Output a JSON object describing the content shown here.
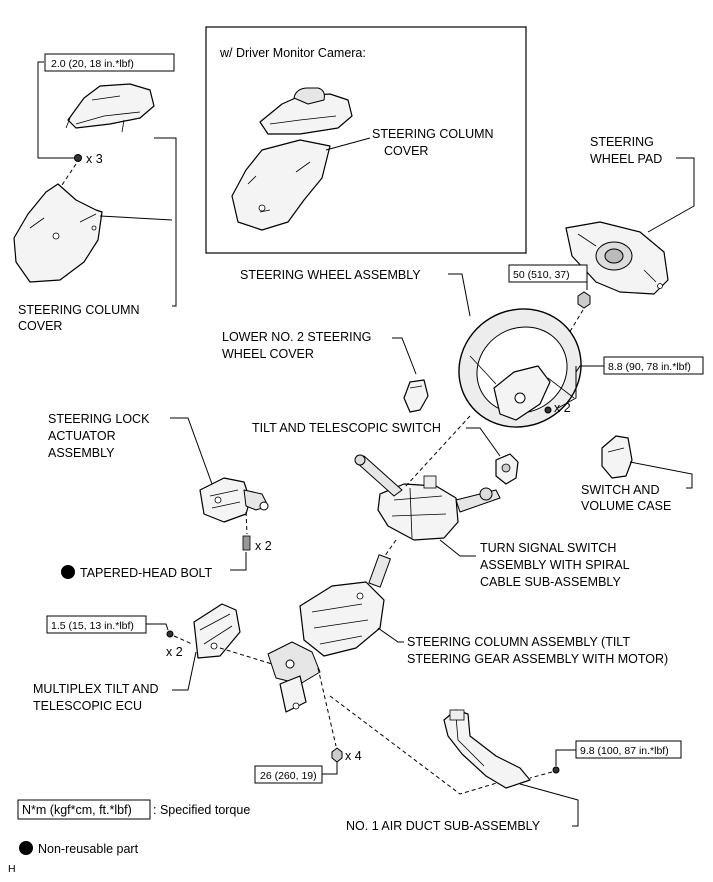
{
  "inset": {
    "title": "w/ Driver Monitor Camera:",
    "label_line1": "STEERING COLUMN",
    "label_line2": "COVER"
  },
  "labels": {
    "steering_column_cover_1": "STEERING COLUMN",
    "steering_column_cover_2": "COVER",
    "steering_wheel_pad_1": "STEERING",
    "steering_wheel_pad_2": "WHEEL PAD",
    "steering_wheel_assembly": "STEERING WHEEL ASSEMBLY",
    "lower_cover_1": "LOWER NO. 2 STEERING",
    "lower_cover_2": "WHEEL COVER",
    "lock_actuator_1": "STEERING LOCK",
    "lock_actuator_2": "ACTUATOR",
    "lock_actuator_3": "ASSEMBLY",
    "tilt_switch": "TILT AND TELESCOPIC SWITCH",
    "switch_volume_1": "SWITCH AND",
    "switch_volume_2": "VOLUME CASE",
    "tapered_bolt": "TAPERED-HEAD BOLT",
    "turn_signal_1": "TURN SIGNAL SWITCH",
    "turn_signal_2": "ASSEMBLY WITH SPIRAL",
    "turn_signal_3": "CABLE SUB-ASSEMBLY",
    "column_assembly_1": "STEERING COLUMN ASSEMBLY (TILT",
    "column_assembly_2": "STEERING GEAR ASSEMBLY WITH MOTOR)",
    "ecu_1": "MULTIPLEX TILT AND",
    "ecu_2": "TELESCOPIC ECU",
    "air_duct": "NO. 1 AIR DUCT SUB-ASSEMBLY"
  },
  "torques": {
    "cover_screw": "2.0 (20, 18 in.*lbf)",
    "wheel_nut": "50 (510, 37)",
    "wheel_pad_screw": "8.8 (90, 78 in.*lbf)",
    "ecu_bolt": "1.5 (15, 13 in.*lbf)",
    "column_nut": "26 (260, 19)",
    "duct_bolt": "9.8 (100, 87 in.*lbf)"
  },
  "quantities": {
    "cover_screw": "x 3",
    "wheel_pad_screw": "x 2",
    "tapered_bolt": "x 2",
    "ecu_bolt": "x 2",
    "column_nut": "x 4"
  },
  "legend": {
    "torque_unit": "N*m (kgf*cm, ft.*lbf)",
    "torque_desc": ": Specified torque",
    "non_reusable": "Non-reusable part"
  },
  "footer_code": "H"
}
